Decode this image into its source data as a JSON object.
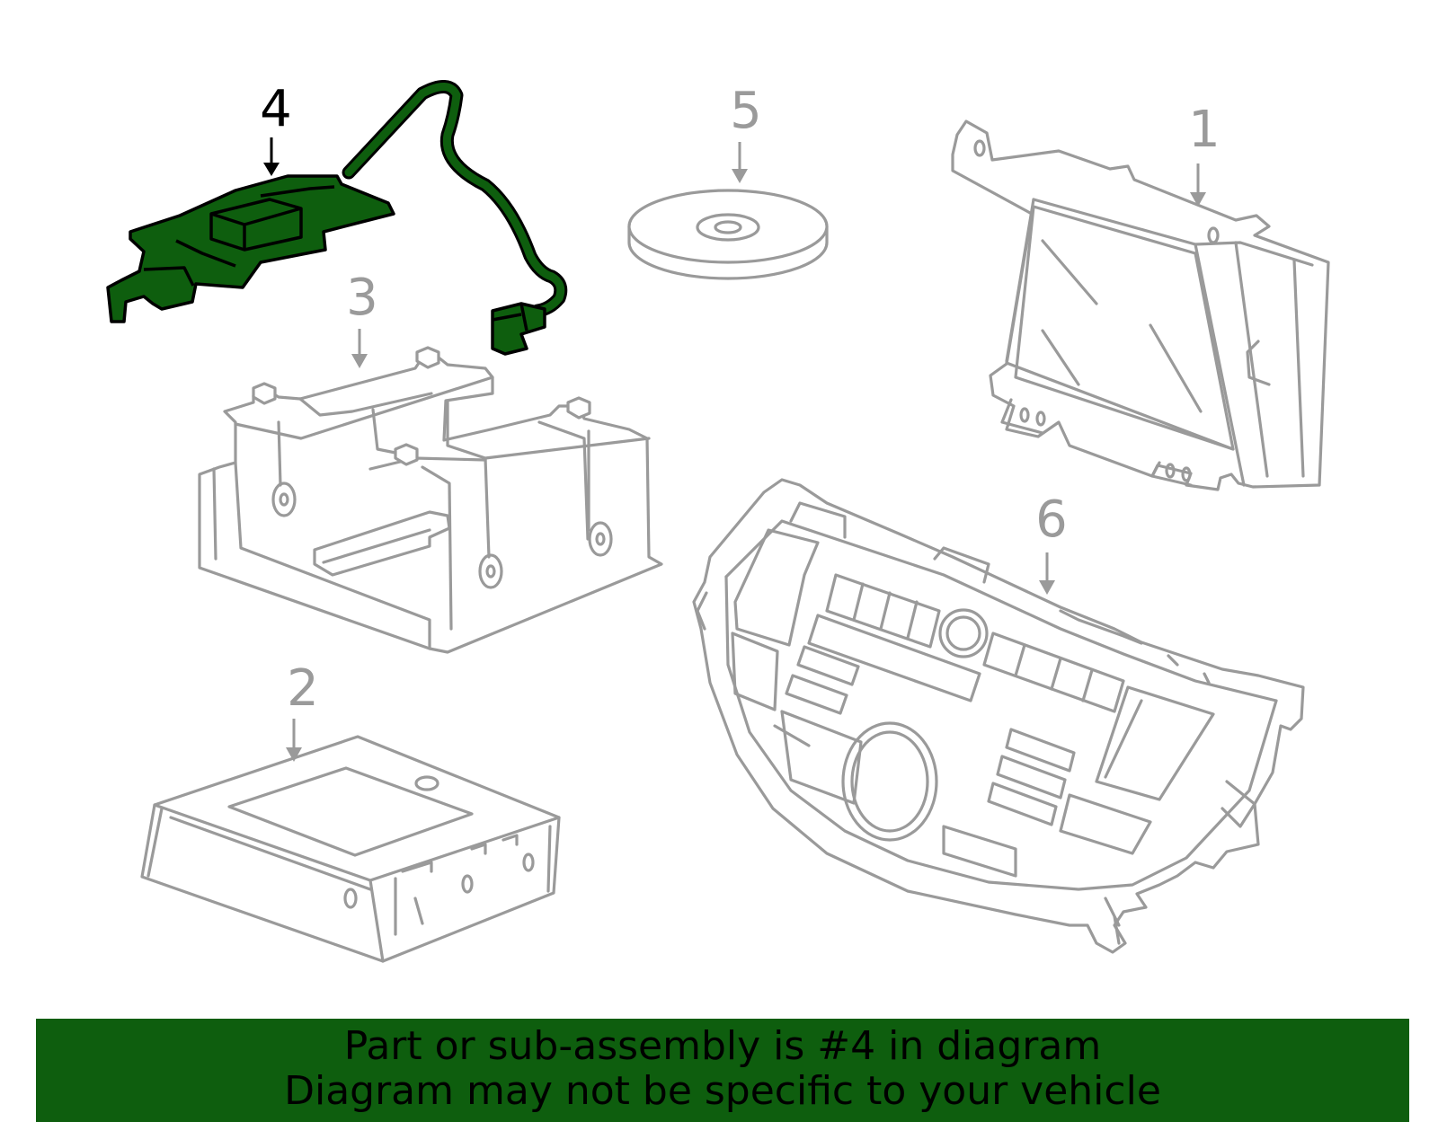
{
  "colors": {
    "highlight": "#0e5e0e",
    "parts_stroke": "#9a9a9a",
    "highlight_label": "#000000",
    "banner_bg": "#0e5e0e",
    "banner_text": "#000000"
  },
  "highlighted_part": "4",
  "callouts": [
    {
      "id": "part-1",
      "label": "1"
    },
    {
      "id": "part-2",
      "label": "2"
    },
    {
      "id": "part-3",
      "label": "3"
    },
    {
      "id": "part-4",
      "label": "4"
    },
    {
      "id": "part-5",
      "label": "5"
    },
    {
      "id": "part-6",
      "label": "6"
    }
  ],
  "banner": {
    "line1": "Part or sub-assembly is #4 in diagram",
    "line2": "Diagram may not be specific to your vehicle"
  }
}
